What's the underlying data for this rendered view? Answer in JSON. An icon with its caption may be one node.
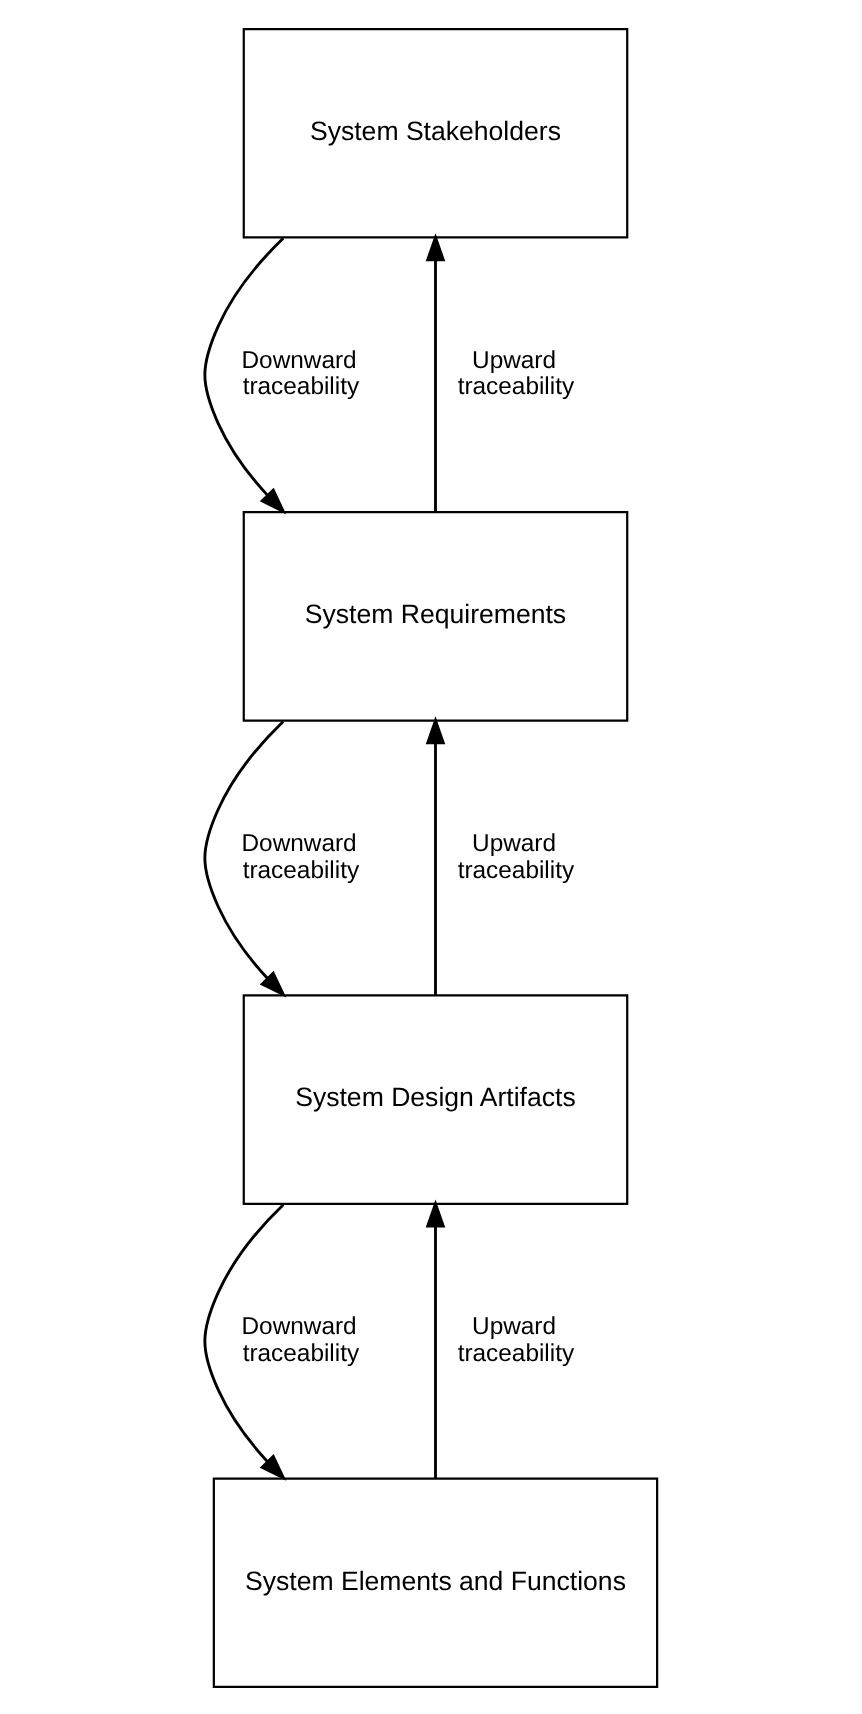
{
  "diagram": {
    "nodes": [
      {
        "text": [
          "System Stakeholders"
        ]
      },
      {
        "text": [
          "System Requirements"
        ]
      },
      {
        "text": [
          "System Design Artifacts"
        ]
      },
      {
        "text": [
          "System Elements and Functions"
        ]
      }
    ],
    "edges": [
      {
        "from": 0,
        "to": 1,
        "arrow": "to",
        "label": "Downward traceability"
      },
      {
        "from": 1,
        "to": 0,
        "arrow": "to",
        "label": "Upward traceability"
      },
      {
        "from": 1,
        "to": 2,
        "arrow": "to",
        "label": "Downward traceability"
      },
      {
        "from": 2,
        "to": 1,
        "arrow": "to",
        "label": "Upward traceability"
      },
      {
        "from": 2,
        "to": 3,
        "arrow": "to",
        "label": "Downward traceability"
      },
      {
        "from": 3,
        "to": 2,
        "arrow": "to",
        "label": "Upward traceability"
      }
    ]
  }
}
